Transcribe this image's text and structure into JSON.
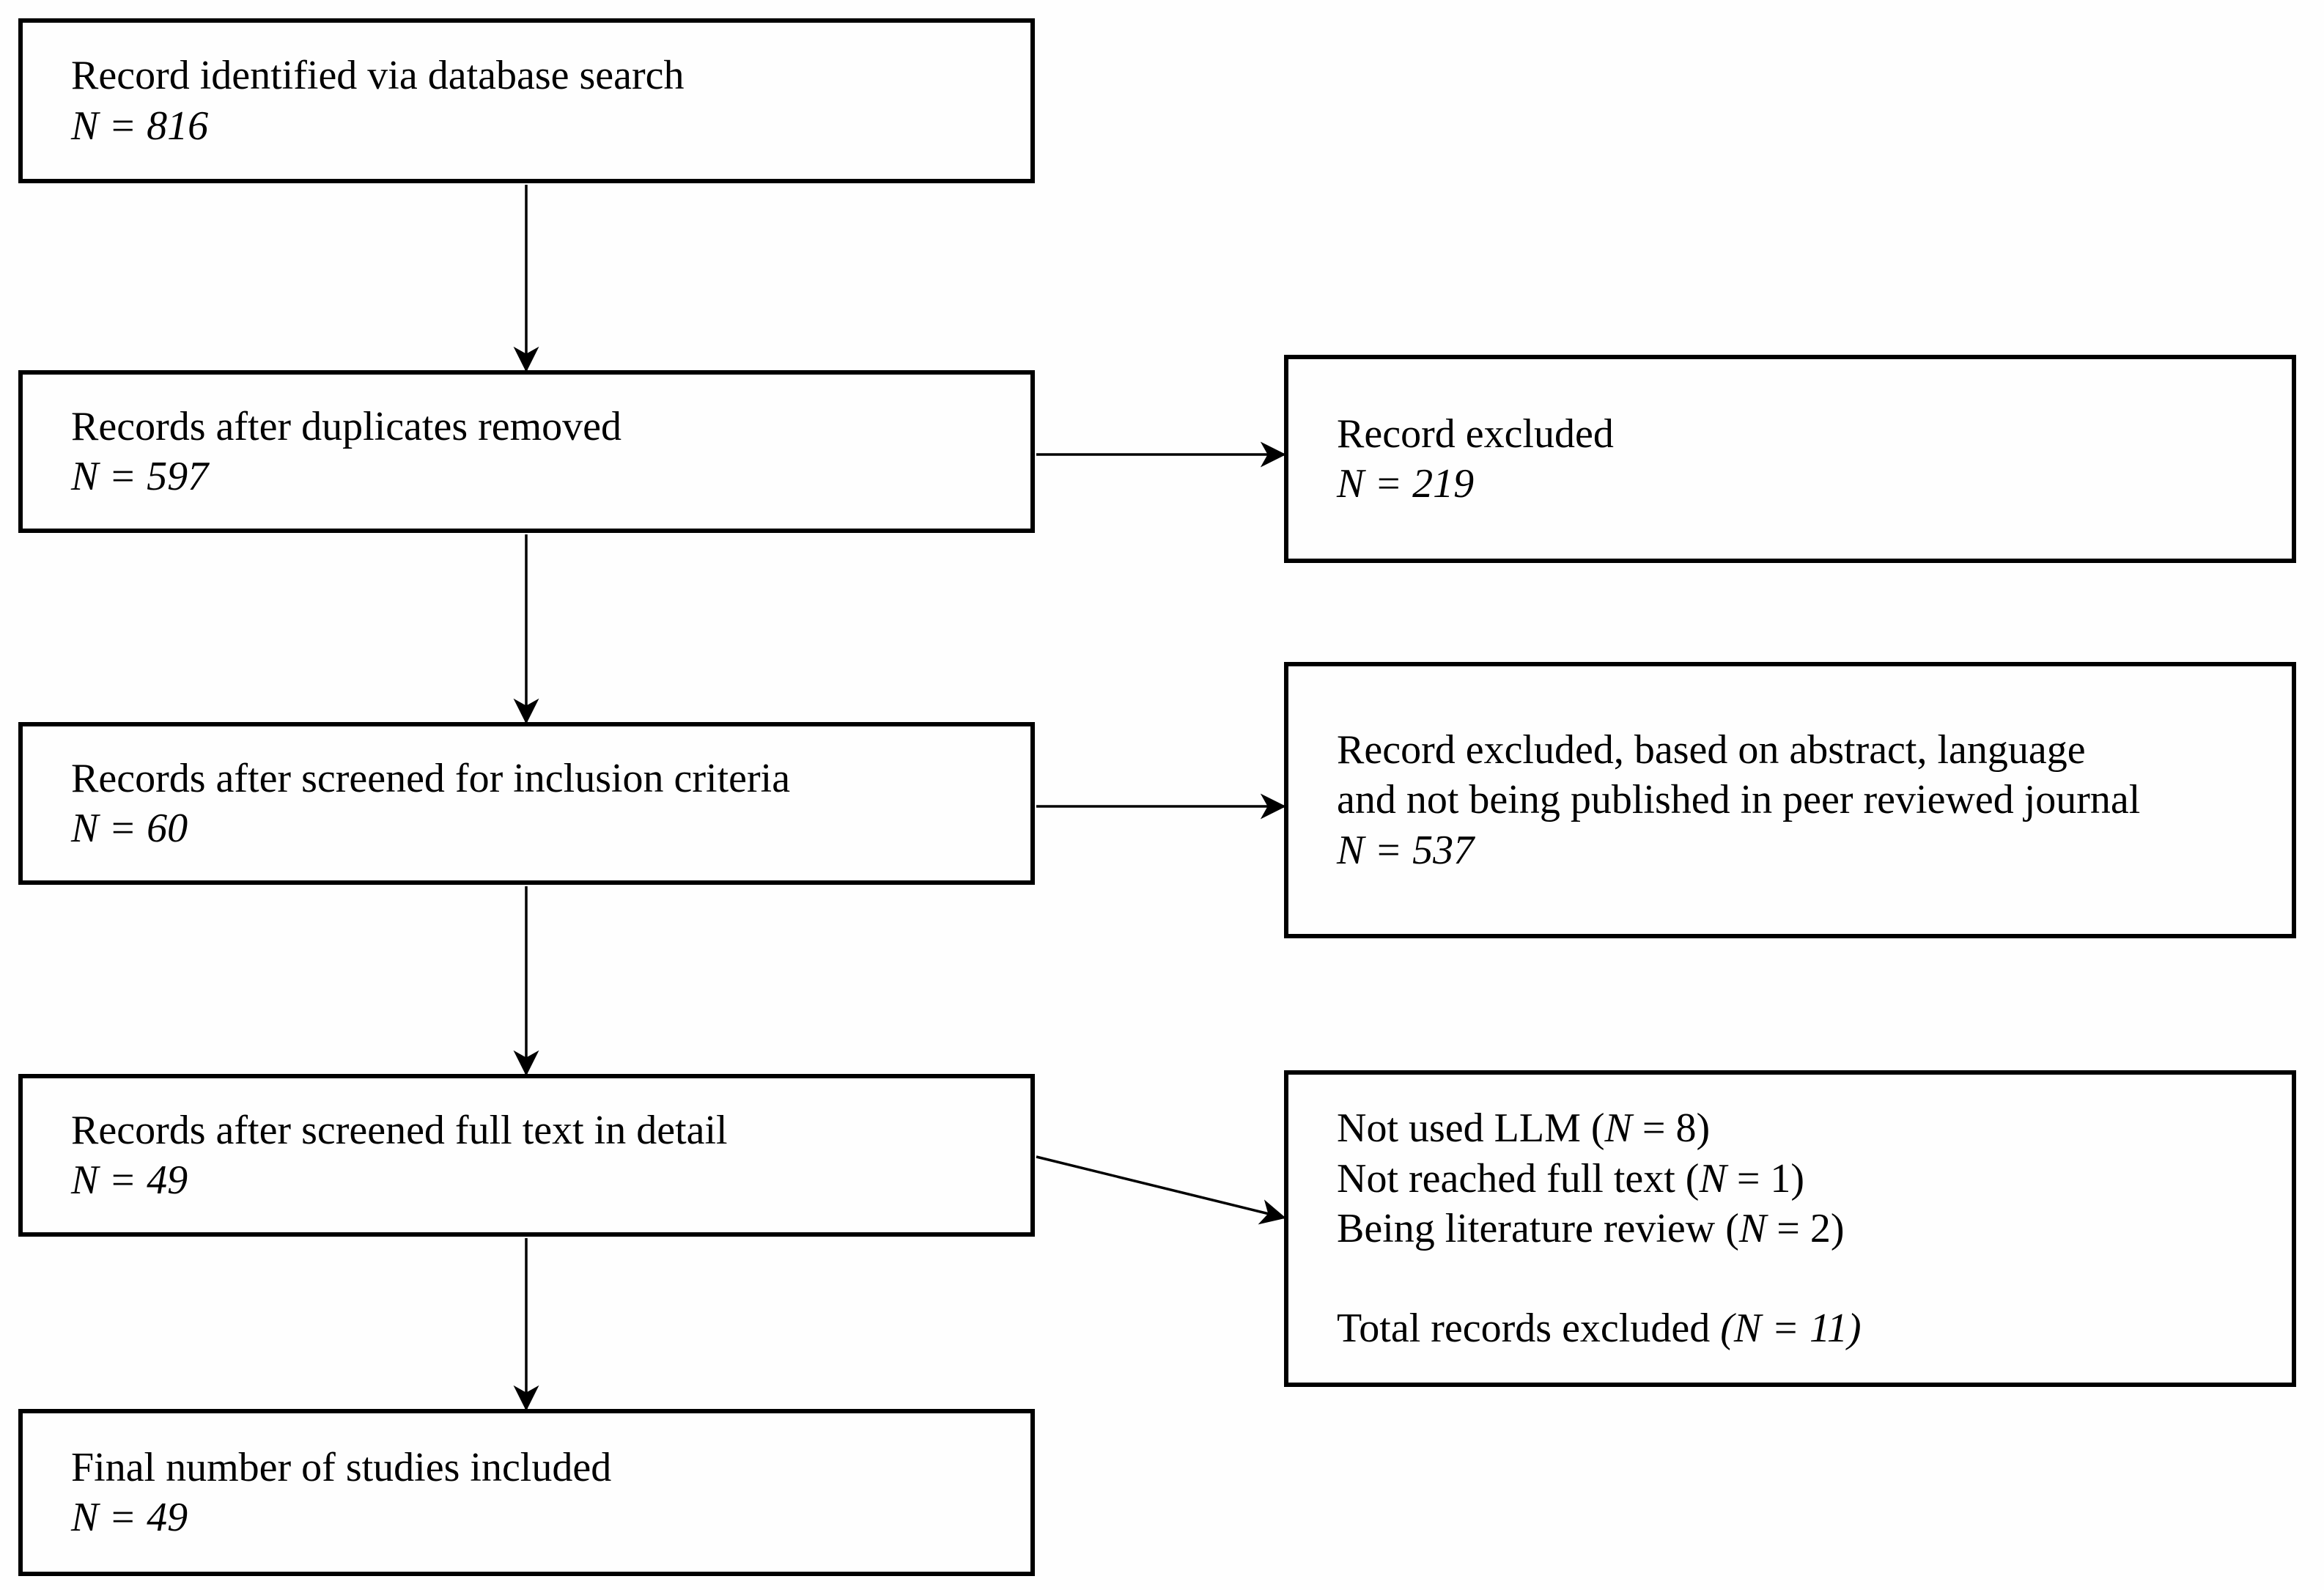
{
  "colors": {
    "background": "#ffffff",
    "box_border": "#000000",
    "text": "#000000",
    "arrow": "#000000"
  },
  "flowchart": {
    "identified": {
      "label": "Record identified via database search",
      "count": "N = 816"
    },
    "after_duplicates": {
      "label": "Records after duplicates removed",
      "count": "N = 597"
    },
    "excluded_after_duplicates": {
      "label": "Record excluded",
      "count": "N = 219"
    },
    "after_inclusion_screening": {
      "label": "Records after screened for inclusion criteria",
      "count": "N = 60"
    },
    "excluded_after_screening": {
      "label_line1": "Record excluded, based on abstract, language",
      "label_line2": "and not being published in peer reviewed journal",
      "count": "N = 537"
    },
    "after_fulltext_screening": {
      "label": "Records after screened full text in detail",
      "count": "N = 49"
    },
    "excluded_after_fulltext": {
      "lines": [
        [
          {
            "t": "Not used LLM ("
          },
          {
            "t": "N",
            "i": true
          },
          {
            "t": " = 8)"
          }
        ],
        [
          {
            "t": "Not reached full text ("
          },
          {
            "t": "N",
            "i": true
          },
          {
            "t": " = 1)"
          }
        ],
        [
          {
            "t": "Being literature review ("
          },
          {
            "t": "N",
            "i": true
          },
          {
            "t": " = 2)"
          }
        ],
        [],
        [
          {
            "t": "Total records excluded "
          },
          {
            "t": "(N = 11)",
            "i": true
          }
        ]
      ]
    },
    "final_included": {
      "label": "Final number of studies included",
      "count": "N = 49"
    }
  }
}
